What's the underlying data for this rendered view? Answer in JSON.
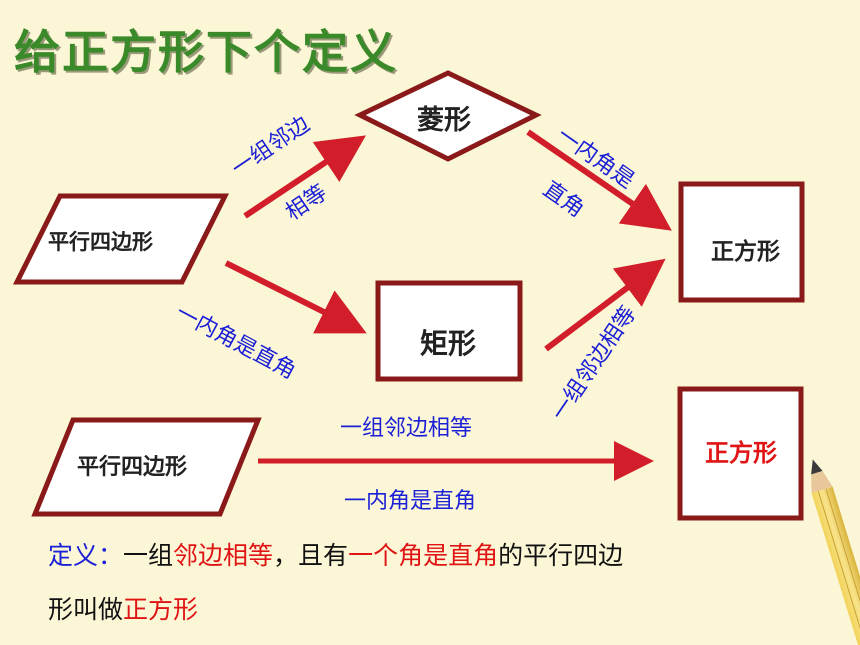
{
  "title": "给正方形下个定义",
  "nodes": {
    "parallelogram_top": "平行四边形",
    "rhombus": "菱形",
    "rectangle": "矩形",
    "square_top": "正方形",
    "parallelogram_bottom": "平行四边形",
    "square_bottom": "正方形"
  },
  "edges": {
    "para_to_rhombus_line1": "一组邻边",
    "para_to_rhombus_line2": "相等",
    "para_to_rect": "一内角是直角",
    "rhombus_to_square_line1": "一内角是",
    "rhombus_to_square_line2": "直角",
    "rect_to_square": "一组邻边相等",
    "bottom_above": "一组邻边相等",
    "bottom_below": "一内角是直角"
  },
  "definition": {
    "label": "定义：",
    "p1": "一组",
    "p2": "邻边相等",
    "p3": "，且有",
    "p4": "一个角是直角",
    "p5": "的平行四边",
    "p6": "形叫做",
    "p7": "正方形"
  },
  "colors": {
    "shape_border": "#8a1a1a",
    "arrow": "#d21e2a",
    "title": "#3b8a2a",
    "edge_text": "#1b1fd6"
  },
  "icons": [
    "pencil-icon"
  ]
}
